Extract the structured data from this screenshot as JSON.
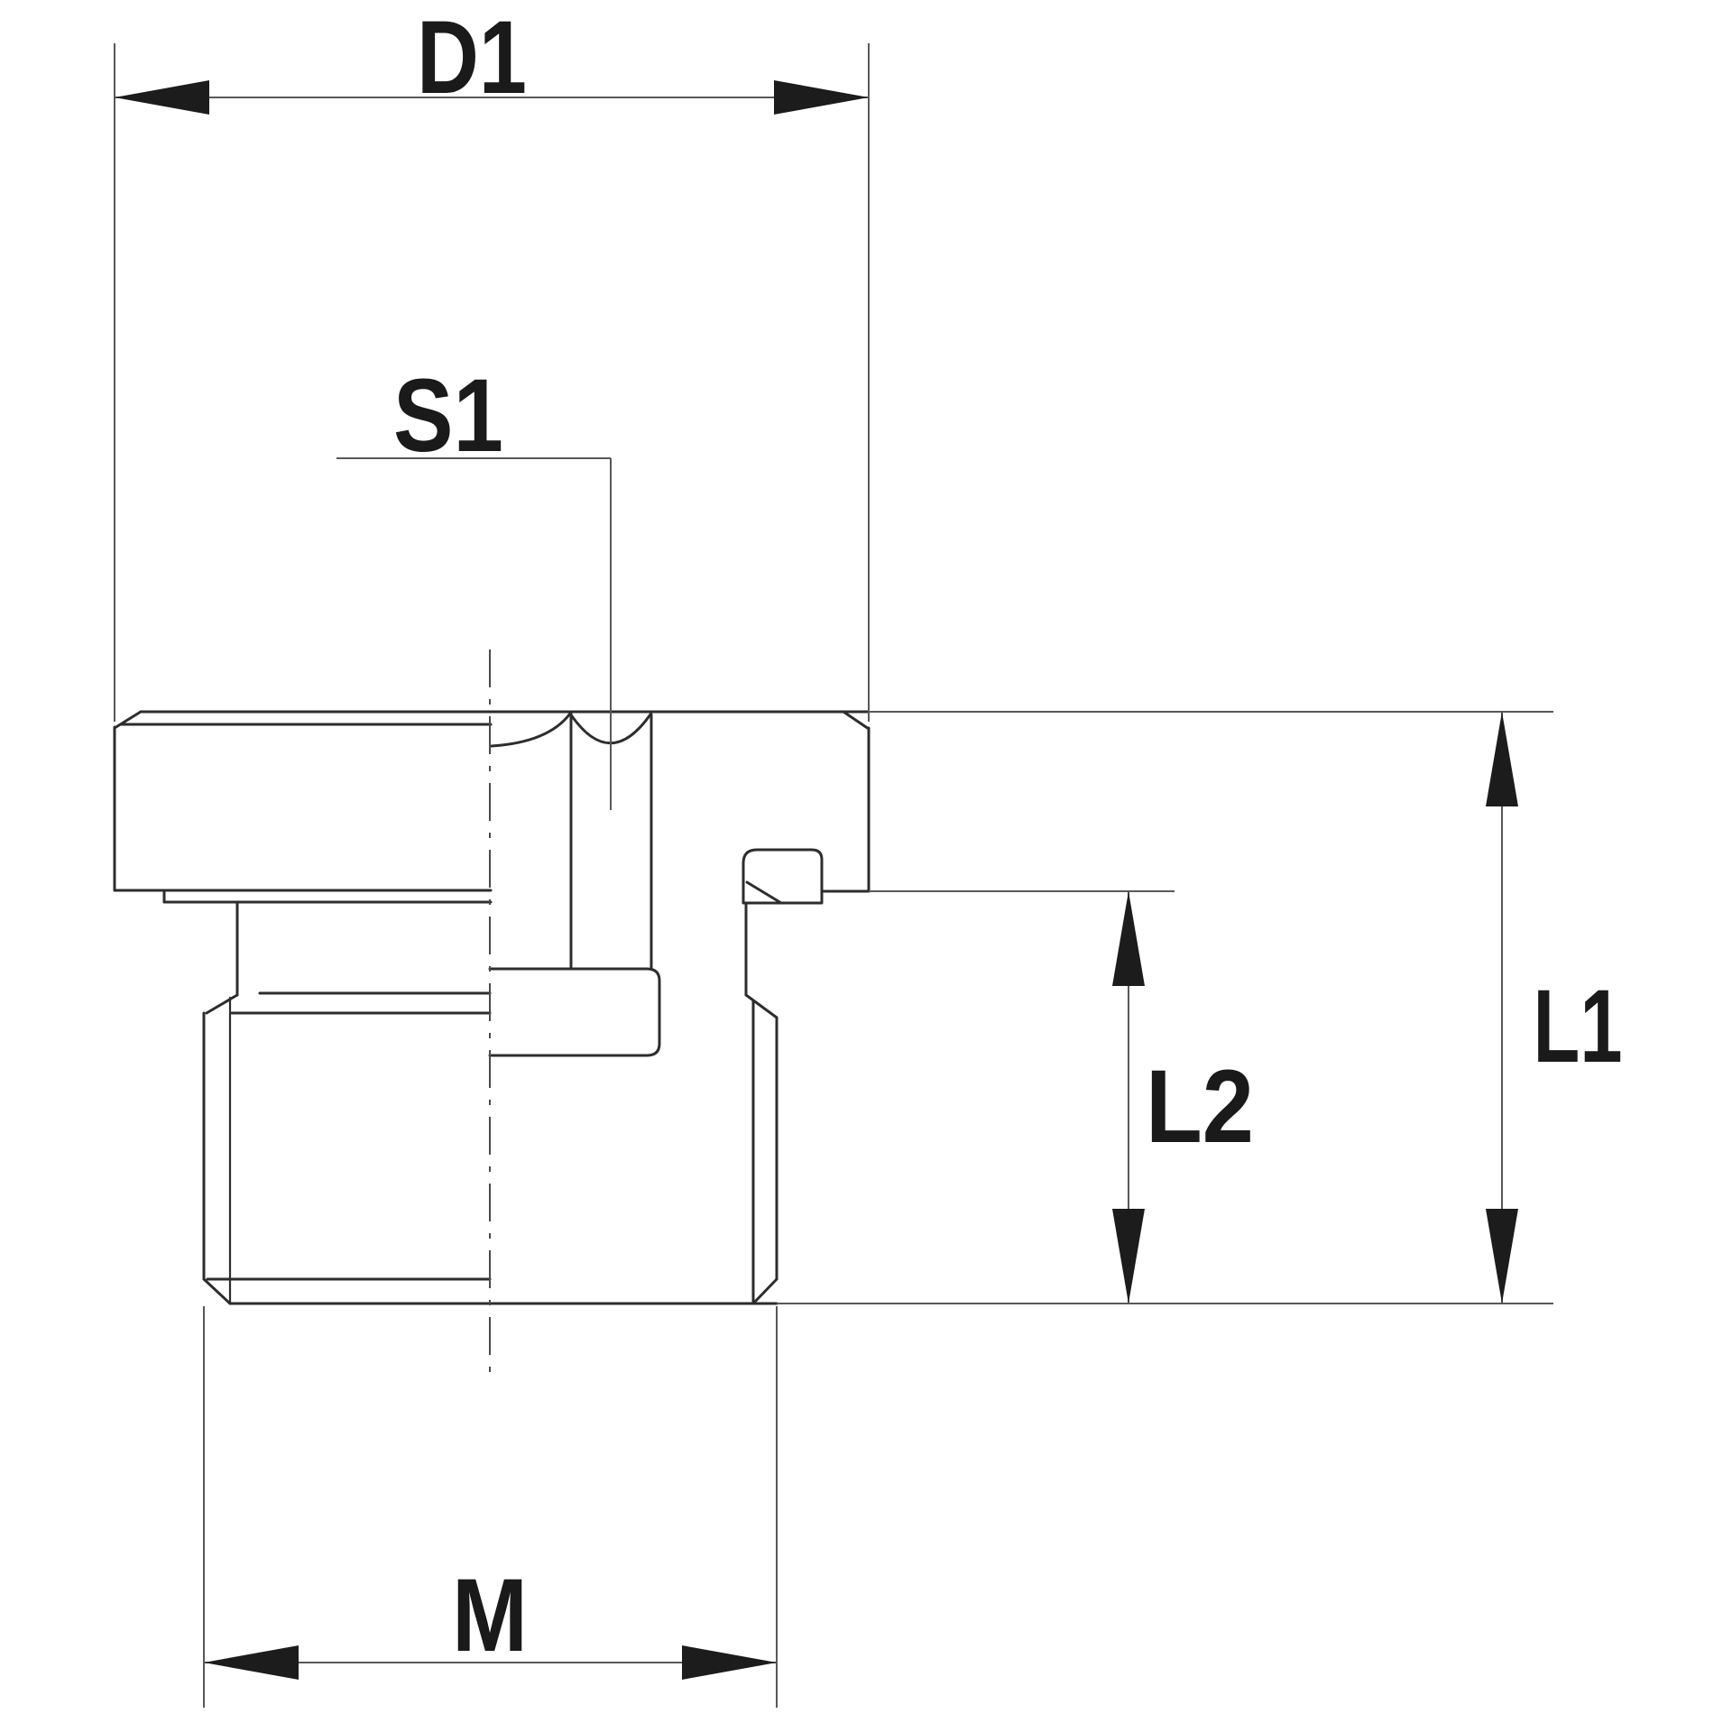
{
  "drawing": {
    "colors": {
      "background": "#ffffff",
      "part_line": "#2d2d2d",
      "dim_line": "#595959",
      "arrow": "#1c1c1c",
      "text": "#1a1a1a"
    },
    "labels": {
      "d1": "D1",
      "s1": "S1",
      "l1": "L1",
      "l2": "L2",
      "m": "M"
    }
  }
}
